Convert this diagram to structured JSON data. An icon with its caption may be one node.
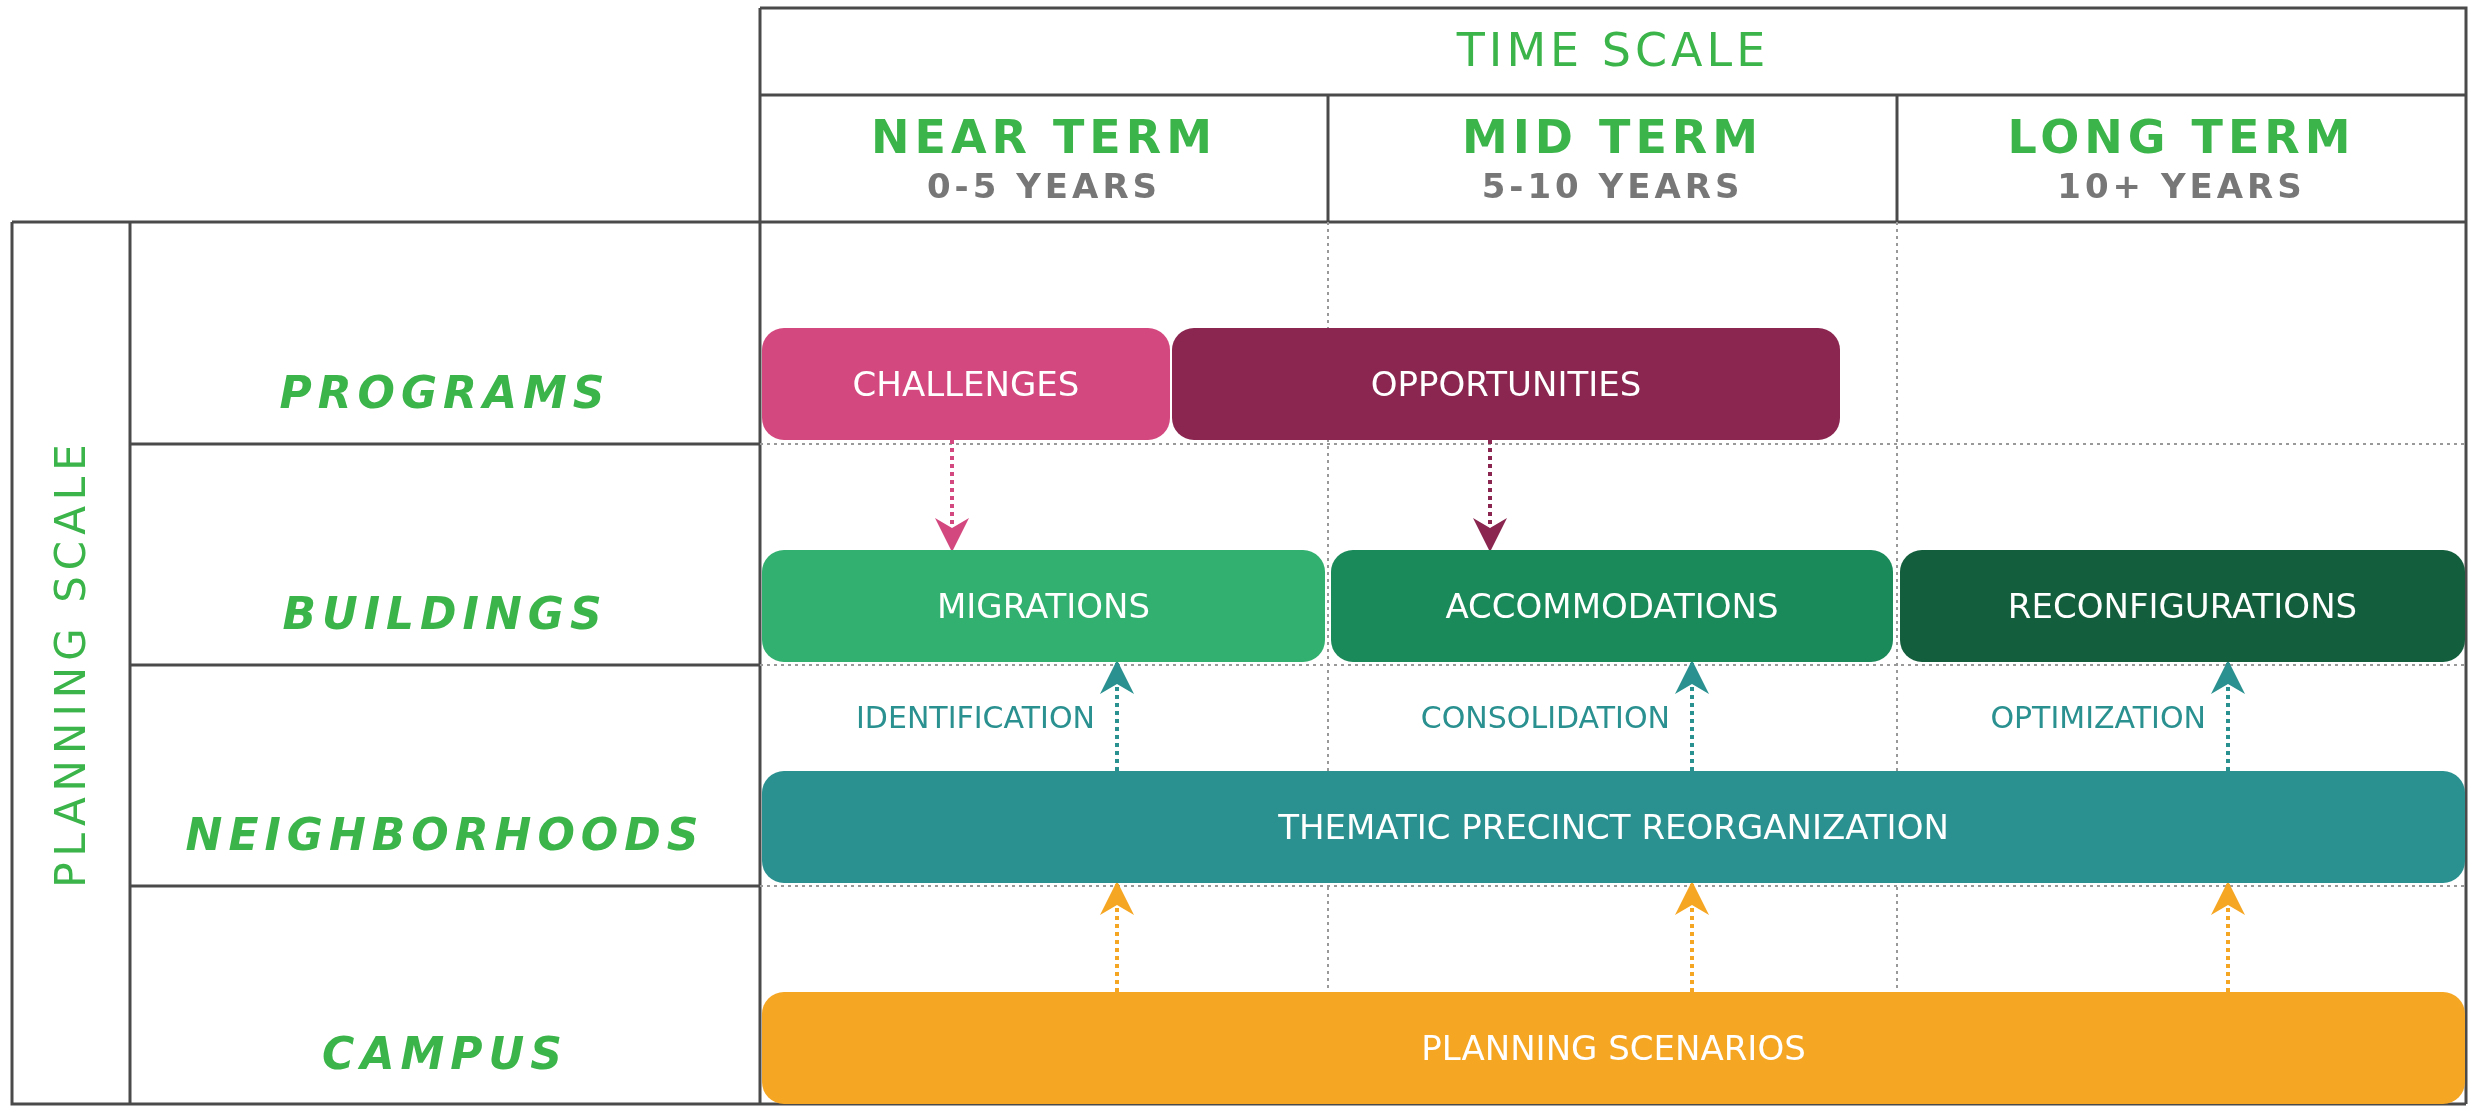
{
  "diagram": {
    "nodes": [
      {
        "text": [
          "CHALLENGES"
        ]
      },
      {
        "text": [
          "OPPORTUNITIES"
        ]
      },
      {
        "text": [
          "MIGRATIONS"
        ]
      },
      {
        "text": [
          "ACCOMMODATIONS"
        ]
      },
      {
        "text": [
          "RECONFIGURATIONS"
        ]
      },
      {
        "text": [
          "THEMATIC PRECINCT REORGANIZATION"
        ]
      },
      {
        "text": [
          "PLANNING SCENARIOS"
        ]
      }
    ],
    "edges": [
      {
        "from": 0,
        "to": 2,
        "arrow": "to",
        "style": "dashed",
        "color": "#d3497f"
      },
      {
        "from": 1,
        "to": 3,
        "arrow": "to",
        "style": "dashed",
        "color": "#8a264f"
      },
      {
        "from": 5,
        "to": 2,
        "arrow": "to",
        "style": "dashed",
        "color": "#2a9090",
        "label": "IDENTIFICATION"
      },
      {
        "from": 5,
        "to": 3,
        "arrow": "to",
        "style": "dashed",
        "color": "#2a9090",
        "label": "CONSOLIDATION"
      },
      {
        "from": 5,
        "to": 4,
        "arrow": "to",
        "style": "dashed",
        "color": "#2a9090",
        "label": "OPTIMIZATION"
      },
      {
        "from": 6,
        "to": 5,
        "arrow": "to",
        "style": "dashed",
        "color": "#f5a623"
      },
      {
        "from": 6,
        "to": 5,
        "arrow": "to",
        "style": "dashed",
        "color": "#f5a623"
      },
      {
        "from": 6,
        "to": 5,
        "arrow": "to",
        "style": "dashed",
        "color": "#f5a623"
      }
    ],
    "labels": [
      "TIME SCALE",
      "NEAR TERM",
      "0-5 YEARS",
      "MID TERM",
      "5-10 YEARS",
      "LONG TERM",
      "10+ YEARS",
      "PLANNING SCALE",
      "PROGRAMS",
      "BUILDINGS",
      "NEIGHBORHOODS",
      "CAMPUS"
    ]
  }
}
